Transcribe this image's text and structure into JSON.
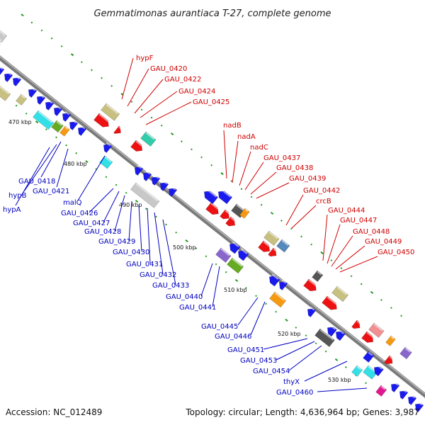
{
  "title": "Gemmatimonas aurantiaca T-27, complete genome",
  "footer": {
    "accession": "Accession: NC_012489",
    "stats": "Topology: circular; Length: 4,636,964 bp; Genes: 3,987"
  },
  "scale_labels": [
    "470 kbp",
    "480 kbp",
    "490 kbp",
    "500 kbp",
    "510 kbp",
    "520 kbp",
    "530 kbp"
  ],
  "top_labels": [
    "hypF",
    "GAU_0420",
    "GAU_0422",
    "GAU_0424",
    "GAU_0425",
    "nadB",
    "nadA",
    "nadC",
    "GAU_0437",
    "GAU_0438",
    "GAU_0439",
    "GAU_0442",
    "crcB",
    "GAU_0444",
    "GAU_0447",
    "GAU_0448",
    "GAU_0449",
    "GAU_0450"
  ],
  "bottom_labels": [
    "GAU_0418",
    "hypB",
    "hypA",
    "GAU_0421",
    "malQ",
    "GAU_0426",
    "GAU_0427",
    "GAU_0428",
    "GAU_0429",
    "GAU_0430",
    "GAU_0431",
    "GAU_0432",
    "GAU_0433",
    "GAU_0440",
    "GAU_0441",
    "GAU_0445",
    "GAU_0446",
    "GAU_0451",
    "GAU_0453",
    "GAU_0454",
    "thyX",
    "GAU_0460"
  ],
  "colors": {
    "backbone": "#8a8a8a",
    "forward_label": "#d00000",
    "reverse_label": "#0000c0",
    "gene_red": "#ee1111",
    "gene_blue": "#1a1aee",
    "gene_olive": "#c8c080",
    "gene_green": "#66aa22",
    "gene_cyan": "#33e0e8",
    "gene_teal": "#33ccaa",
    "gene_gray": "#c8c8c8",
    "gene_dark": "#555555",
    "gene_purple": "#8866cc",
    "gene_orange": "#f59a10",
    "gene_pink": "#f09090",
    "gene_magenta": "#e01890",
    "gene_steel": "#5588bb",
    "tick": "#229922"
  }
}
